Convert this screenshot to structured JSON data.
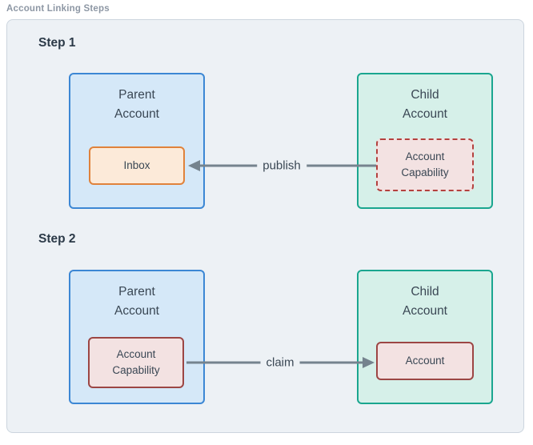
{
  "page": {
    "title": "Account Linking Steps"
  },
  "colors": {
    "container_bg": "#edf1f5",
    "container_border": "#ccd5de",
    "title_gray": "#8d97a4",
    "text_dark": "#3a4754",
    "text_darker": "#2c3a48",
    "parent_fill": "#d5e8f8",
    "parent_border": "#3c87d4",
    "child_fill": "#d6f0e9",
    "child_border": "#1aa68f",
    "inbox_fill": "#fcead9",
    "inbox_border": "#e0823b",
    "capability_fill": "#f3e2e2",
    "capability_border_dashed": "#b4413e",
    "capability_border_solid": "#9c4644",
    "arrow": "#75838e"
  },
  "steps": [
    {
      "label": "Step 1",
      "parent": {
        "title": "Parent\nAccount",
        "inner": "Inbox"
      },
      "child": {
        "title": "Child\nAccount",
        "inner": "Account\nCapability"
      },
      "arrow": {
        "label": "publish",
        "direction": "left"
      }
    },
    {
      "label": "Step 2",
      "parent": {
        "title": "Parent\nAccount",
        "inner": "Account\nCapability"
      },
      "child": {
        "title": "Child\nAccount",
        "inner": "Account"
      },
      "arrow": {
        "label": "claim",
        "direction": "right"
      }
    }
  ]
}
